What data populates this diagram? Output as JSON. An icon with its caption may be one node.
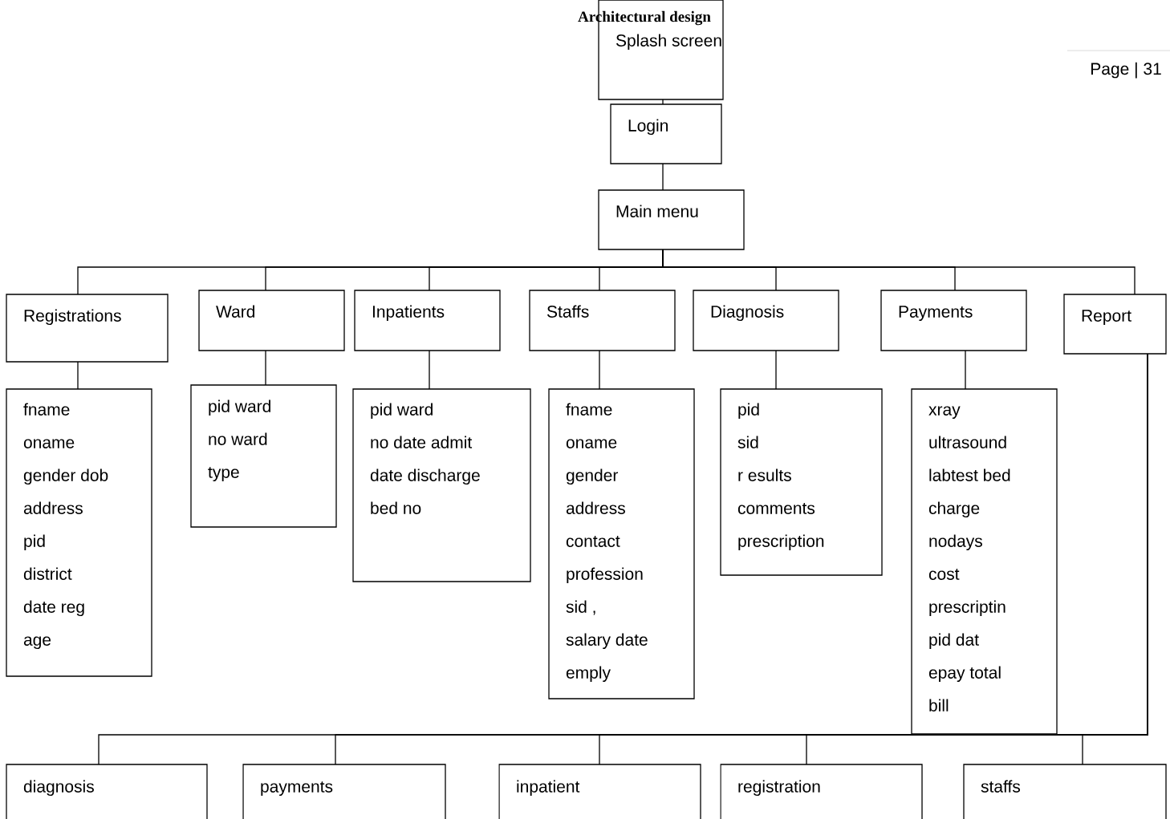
{
  "diagram": {
    "title": "Architectural design",
    "nodes": [
      {
        "text": [
          "Splash screen"
        ]
      },
      {
        "text": [
          "Login"
        ]
      },
      {
        "text": [
          "Main menu"
        ]
      },
      {
        "text": [
          "Registrations"
        ]
      },
      {
        "text": [
          "Ward"
        ]
      },
      {
        "text": [
          "Inpatients"
        ]
      },
      {
        "text": [
          "Staffs"
        ]
      },
      {
        "text": [
          "Diagnosis"
        ]
      },
      {
        "text": [
          "Payments"
        ]
      },
      {
        "text": [
          "Report"
        ]
      },
      {
        "text": [
          "fname",
          "oname",
          "gender dob",
          "address",
          "pid",
          "district",
          "date reg",
          "age"
        ]
      },
      {
        "text": [
          "pid ward",
          "no ward",
          "type"
        ]
      },
      {
        "text": [
          "pid ward",
          "no date admit",
          "date discharge",
          "bed no"
        ]
      },
      {
        "text": [
          "fname",
          "oname",
          "gender",
          "address",
          "contact",
          "profession",
          "sid ,",
          "salary date",
          "emply"
        ]
      },
      {
        "text": [
          "pid",
          "sid",
          "r esults",
          "comments",
          "prescription"
        ]
      },
      {
        "text": [
          "xray",
          "ultrasound",
          "labtest bed",
          "charge",
          "nodays",
          "cost",
          "prescriptin",
          "pid dat",
          "epay total",
          "bill"
        ]
      },
      {
        "text": [
          "diagnosis"
        ]
      },
      {
        "text": [
          "payments"
        ]
      },
      {
        "text": [
          "inpatient"
        ]
      },
      {
        "text": [
          "registration"
        ]
      },
      {
        "text": [
          "staffs"
        ]
      }
    ],
    "edges": [
      {
        "from": 0,
        "to": 1,
        "arrow": "none"
      },
      {
        "from": 1,
        "to": 2,
        "arrow": "none"
      },
      {
        "from": 2,
        "to": 3,
        "arrow": "none"
      },
      {
        "from": 2,
        "to": 4,
        "arrow": "none"
      },
      {
        "from": 2,
        "to": 5,
        "arrow": "none"
      },
      {
        "from": 2,
        "to": 6,
        "arrow": "none"
      },
      {
        "from": 2,
        "to": 7,
        "arrow": "none"
      },
      {
        "from": 2,
        "to": 8,
        "arrow": "none"
      },
      {
        "from": 2,
        "to": 9,
        "arrow": "none"
      },
      {
        "from": 3,
        "to": 10,
        "arrow": "none"
      },
      {
        "from": 4,
        "to": 11,
        "arrow": "none"
      },
      {
        "from": 5,
        "to": 12,
        "arrow": "none"
      },
      {
        "from": 6,
        "to": 13,
        "arrow": "none"
      },
      {
        "from": 7,
        "to": 14,
        "arrow": "none"
      },
      {
        "from": 8,
        "to": 15,
        "arrow": "none"
      },
      {
        "from": 9,
        "to": 16,
        "arrow": "none"
      },
      {
        "from": 9,
        "to": 17,
        "arrow": "none"
      },
      {
        "from": 9,
        "to": 18,
        "arrow": "none"
      },
      {
        "from": 9,
        "to": 19,
        "arrow": "none"
      },
      {
        "from": 9,
        "to": 20,
        "arrow": "none"
      }
    ],
    "labels": [
      "Page | 31"
    ]
  }
}
